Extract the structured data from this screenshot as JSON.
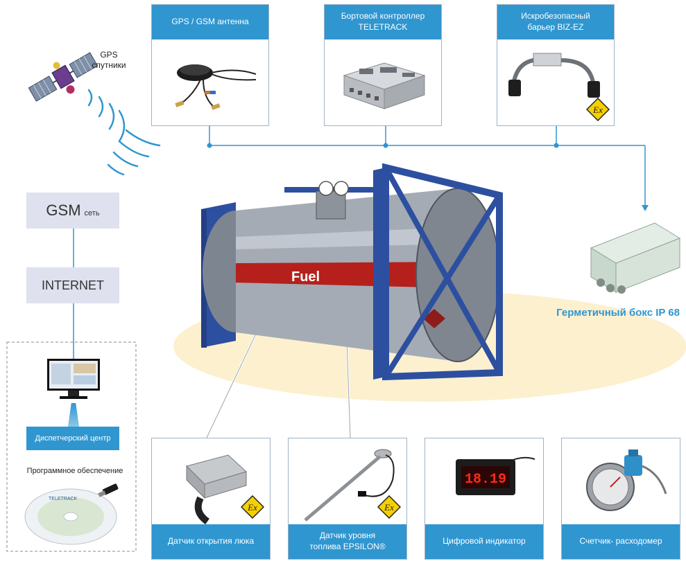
{
  "satellite": {
    "label_line1": "GPS",
    "label_line2": "спутники"
  },
  "top_cards": [
    {
      "label": "GPS / GSM антенна"
    },
    {
      "label_line1": "Бортовой контроллер",
      "label_line2": "TELETRACK"
    },
    {
      "label_line1": "Искробезопасный",
      "label_line2": "барьер BIZ-EZ"
    }
  ],
  "network": {
    "gsm_main": "GSM",
    "gsm_suffix": "сеть",
    "internet": "INTERNET"
  },
  "dispatch": {
    "label": "Диспетчерский центр",
    "software_label": "Программное обеспечение",
    "cd_brand": "TELETRACK"
  },
  "tank": {
    "label": "Fuel"
  },
  "box": {
    "label": "Герметичный бокс IP 68"
  },
  "display": {
    "value": "18.19"
  },
  "bottom_cards": [
    {
      "label": "Датчик открытия люка"
    },
    {
      "label_line1": "Датчик уровня",
      "label_line2": "топлива EPSILON®"
    },
    {
      "label": "Цифровой индикатор"
    },
    {
      "label": "Счетчик- расходомер"
    }
  ],
  "ex_mark": "Ex",
  "colors": {
    "accent": "#2f96d0",
    "line": "#2f96d0",
    "ex_fill": "#f5d000",
    "tank_frame": "#2d4fa0"
  }
}
